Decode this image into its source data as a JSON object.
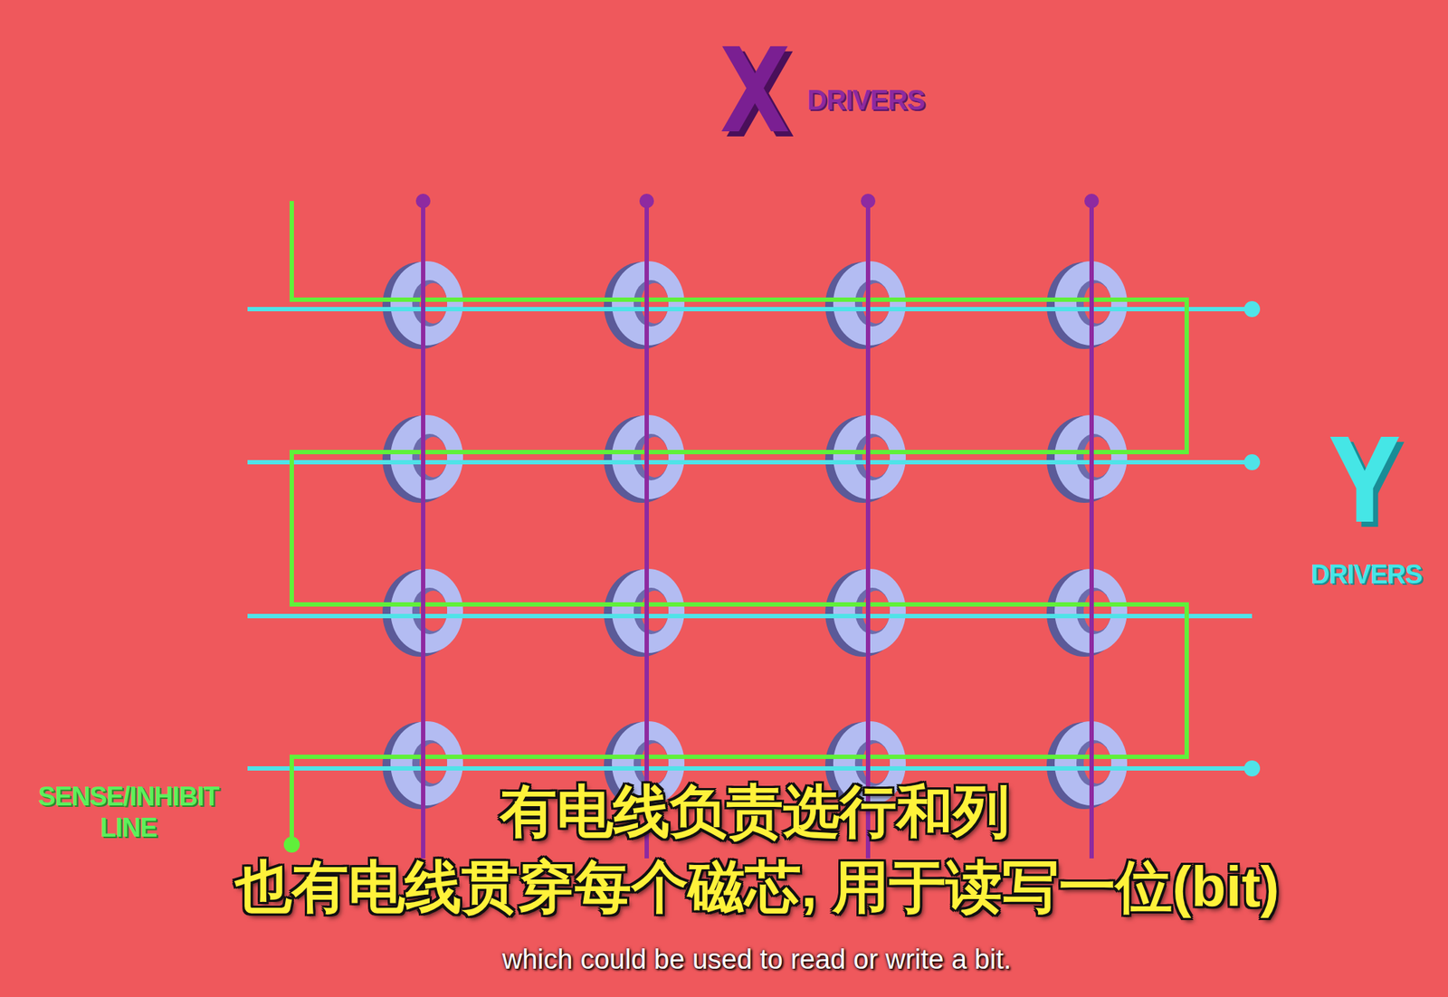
{
  "diagram": {
    "labels": [
      "X",
      "DRIVERS",
      "Y",
      "DRIVERS",
      "SENSE/INHIBIT LINE",
      "有电线负责选行和列",
      "也有电线贯穿每个磁芯, 用于读写一位(bit)",
      "which could be used to read or write a bit."
    ]
  }
}
